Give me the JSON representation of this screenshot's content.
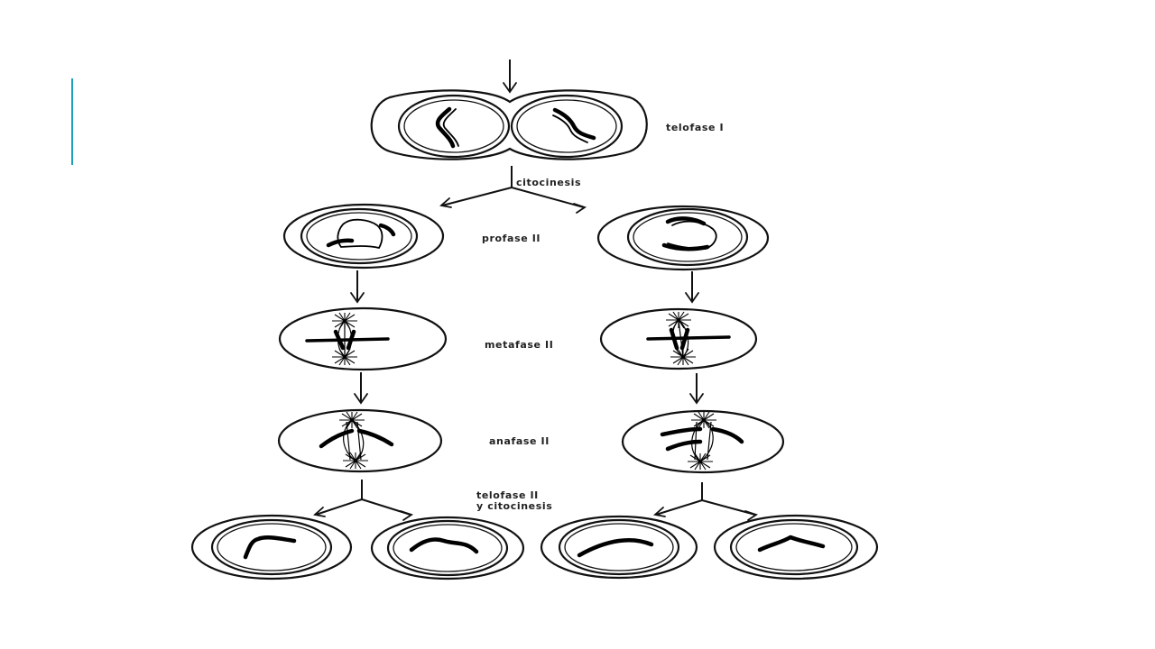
{
  "slide": {
    "accent_color": "#1aa0b8"
  },
  "diagram": {
    "stages": {
      "telofase1": "telofase I",
      "citocinesis": "citocinesis",
      "profase2": "profase II",
      "metafase2": "metafase II",
      "anafase2": "anafase II",
      "telofase2_line1": "telofase II",
      "telofase2_line2": "y citocinesis"
    }
  }
}
